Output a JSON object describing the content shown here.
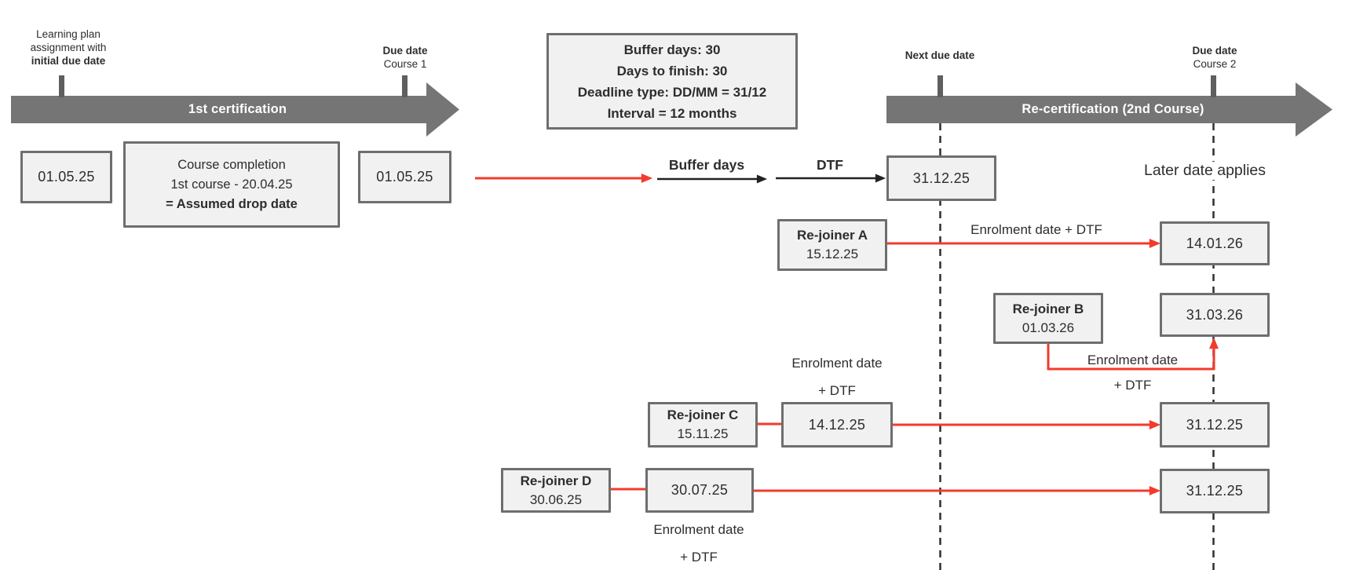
{
  "colors": {
    "bar_gray": "#757575",
    "tick_gray": "#5f5f5f",
    "box_border": "#6e6e6e",
    "box_fill": "#f1f1f1",
    "arrow_red": "#f23b2c",
    "arrow_black": "#222222",
    "dashed_line": "#2f2f2f",
    "text_dark": "#2d2d2d"
  },
  "timeline1": {
    "bar_label": "1st certification",
    "start_label_line1": "Learning plan",
    "start_label_line2": "assignment with",
    "start_label_line3": "initial due date",
    "end_label_line1": "Due date",
    "end_label_line2": "Course 1",
    "start_date": "01.05.25",
    "end_date": "01.05.25"
  },
  "completion_box": {
    "line1": "Course completion",
    "line2": "1st course - 20.04.25",
    "line3": "= Assumed drop date"
  },
  "params_box": {
    "line1": "Buffer days: 30",
    "line2": "Days to finish: 30",
    "line3": "Deadline type: DD/MM = 31/12",
    "line4": "Interval = 12 months"
  },
  "flow": {
    "buffer_label": "Buffer days",
    "dtf_label": "DTF",
    "next_due_value": "31.12.25"
  },
  "timeline2": {
    "bar_label": "Re-certification (2nd Course)",
    "next_due_label": "Next due date",
    "end_label_line1": "Due date",
    "end_label_line2": "Course 2",
    "note": "Later date applies"
  },
  "rejoiners": {
    "a": {
      "name": "Re-joiner A",
      "date": "15.12.25",
      "path_label": "Enrolment date + DTF",
      "result": "14.01.26"
    },
    "b": {
      "name": "Re-joiner B",
      "date": "01.03.26",
      "path_label_line1": "Enrolment date",
      "path_label_line2": "+ DTF",
      "result": "31.03.26"
    },
    "c": {
      "name": "Re-joiner C",
      "date": "15.11.25",
      "mid_date": "14.12.25",
      "path_label_line1": "Enrolment date",
      "path_label_line2": "+ DTF",
      "result": "31.12.25"
    },
    "d": {
      "name": "Re-joiner D",
      "date": "30.06.25",
      "mid_date": "30.07.25",
      "path_label_line1": "Enrolment date",
      "path_label_line2": "+ DTF",
      "result": "31.12.25"
    }
  }
}
